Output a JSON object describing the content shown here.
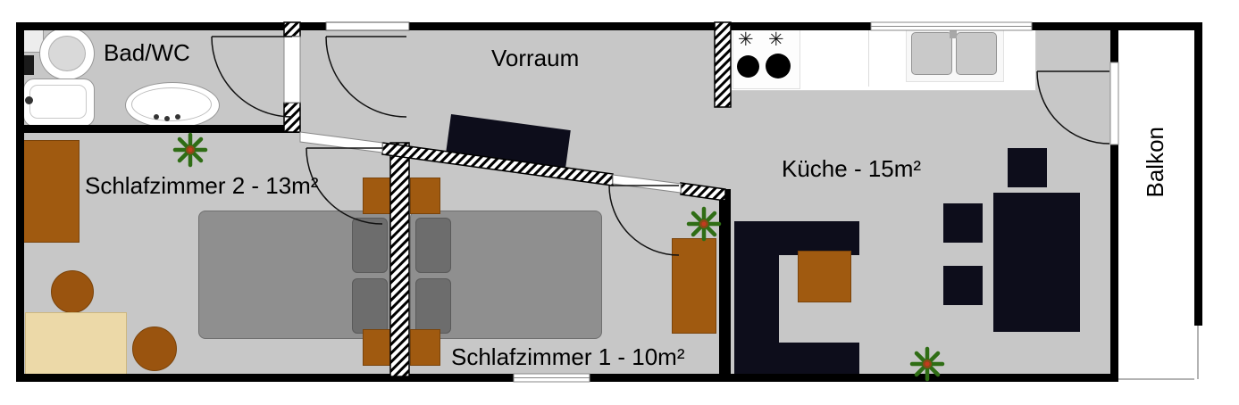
{
  "rooms": {
    "bad": {
      "label": "Bad/WC"
    },
    "vorraum": {
      "label": "Vorraum"
    },
    "schlafzimmer2": {
      "label": "Schlafzimmer 2 - 13m²"
    },
    "schlafzimmer1": {
      "label": "Schlafzimmer 1 - 10m²"
    },
    "kueche": {
      "label": "Küche - 15m²"
    },
    "balkon": {
      "label": "Balkon"
    }
  },
  "icons": {
    "stove_burner_symbol": "✳"
  },
  "colors": {
    "floor": "#c7c7c7",
    "wall": "#000000",
    "wood_furniture": "#a05a10",
    "dark_furniture": "#0d0d1b",
    "bed": "#8f8f8f",
    "light_table": "#ecd9a8",
    "plant_green": "#2f6d15"
  }
}
